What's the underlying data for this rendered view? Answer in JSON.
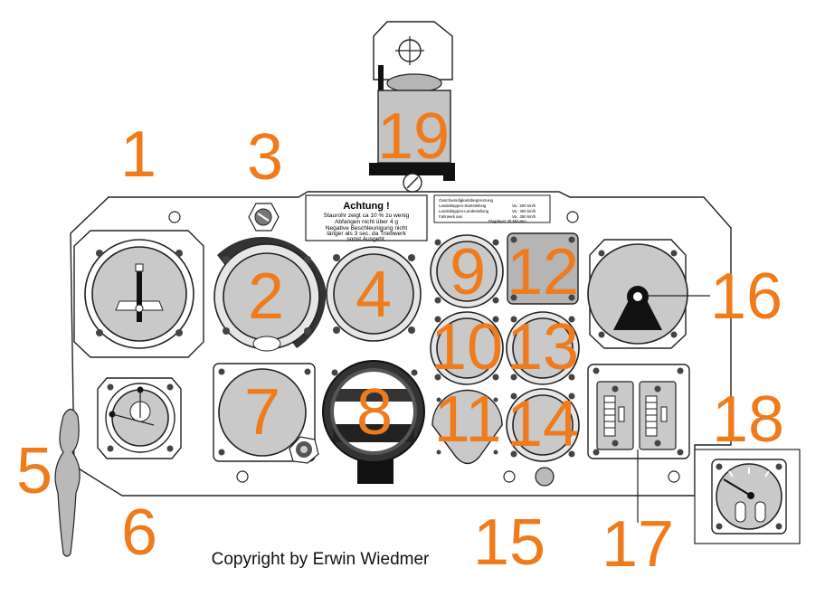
{
  "labels": [
    "1",
    "2",
    "3",
    "4",
    "5",
    "6",
    "7",
    "8",
    "9",
    "10",
    "11",
    "12",
    "13",
    "14",
    "15",
    "16",
    "17",
    "18",
    "19"
  ],
  "warning_plate": {
    "title": "Achtung !",
    "lines": [
      "Staurohr zeigt ca 10 % zu wenig",
      "Abfangen nicht über 4 g",
      "Negative Beschleunigung nicht",
      "länger als 3 sec. da Triebwerk",
      "sonst Ausgeht."
    ]
  },
  "speed_plate": {
    "heading": "Geschwindigkeitsbegrenzung",
    "rows": [
      {
        "label": "Landeklappen-Startstellung",
        "value": "Va : 500 km/h"
      },
      {
        "label": "Landeklappen-Landestellung",
        "value": "Va : 300 km/h"
      },
      {
        "label": "Fahrwerk aus",
        "value": "Va : 350 km/h"
      }
    ],
    "footer": "Flugdauer 30 Minuten"
  },
  "copyright": "Copyright by Erwin Wiedmer",
  "colors": {
    "label": "#f07b1c",
    "gauge": "#c9c9c9",
    "outline": "#222222"
  }
}
